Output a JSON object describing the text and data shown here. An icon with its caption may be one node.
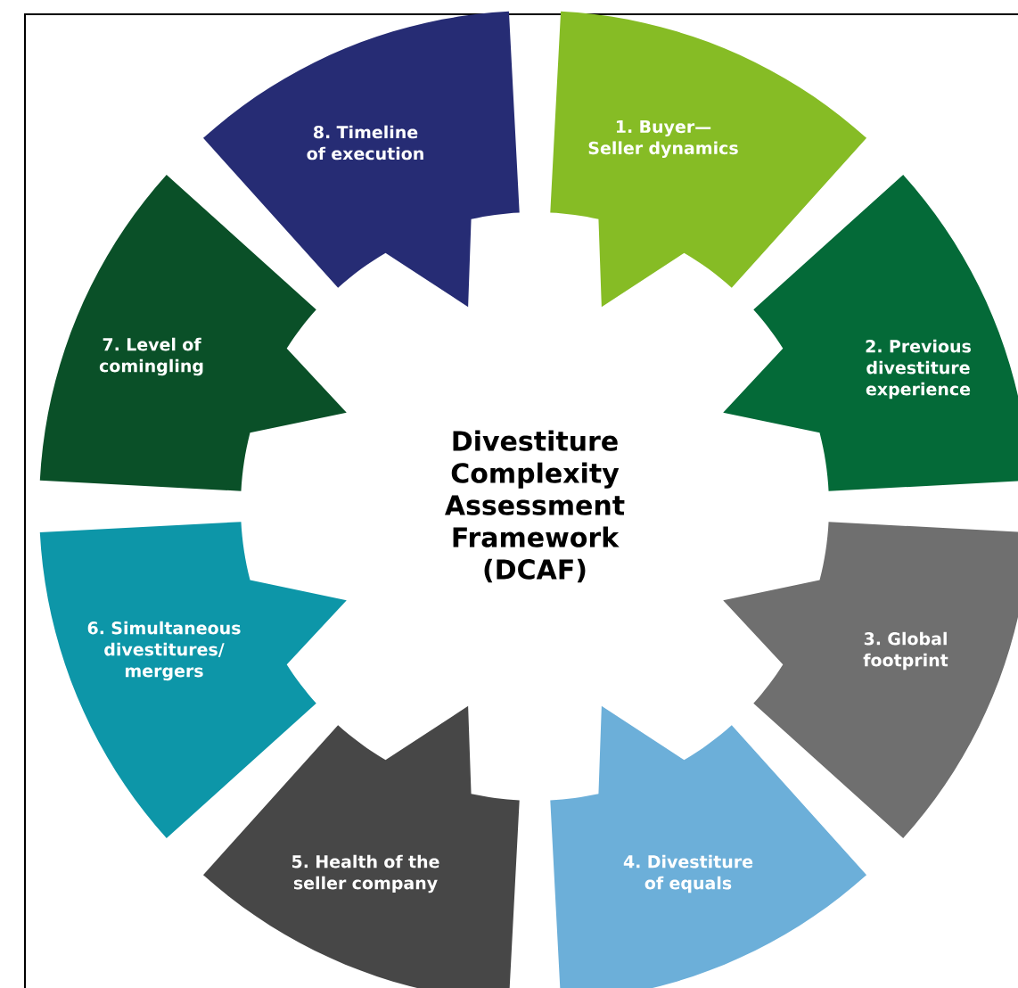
{
  "diagram": {
    "nodes": [
      {
        "text": [
          "Divestiture Complexity Assessment Framework (DCAF)"
        ]
      },
      {
        "text": [
          "1. Buyer—Seller dynamics"
        ]
      },
      {
        "text": [
          "2. Previous divestiture experience"
        ]
      },
      {
        "text": [
          "3. Global footprint"
        ]
      },
      {
        "text": [
          "4. Divestiture of equals"
        ]
      },
      {
        "text": [
          "5. Health of the seller company"
        ]
      },
      {
        "text": [
          "6. Simultaneous divestitures/ mergers"
        ]
      },
      {
        "text": [
          "7. Level of comingling"
        ]
      },
      {
        "text": [
          "8. Timeline of execution"
        ]
      }
    ]
  }
}
